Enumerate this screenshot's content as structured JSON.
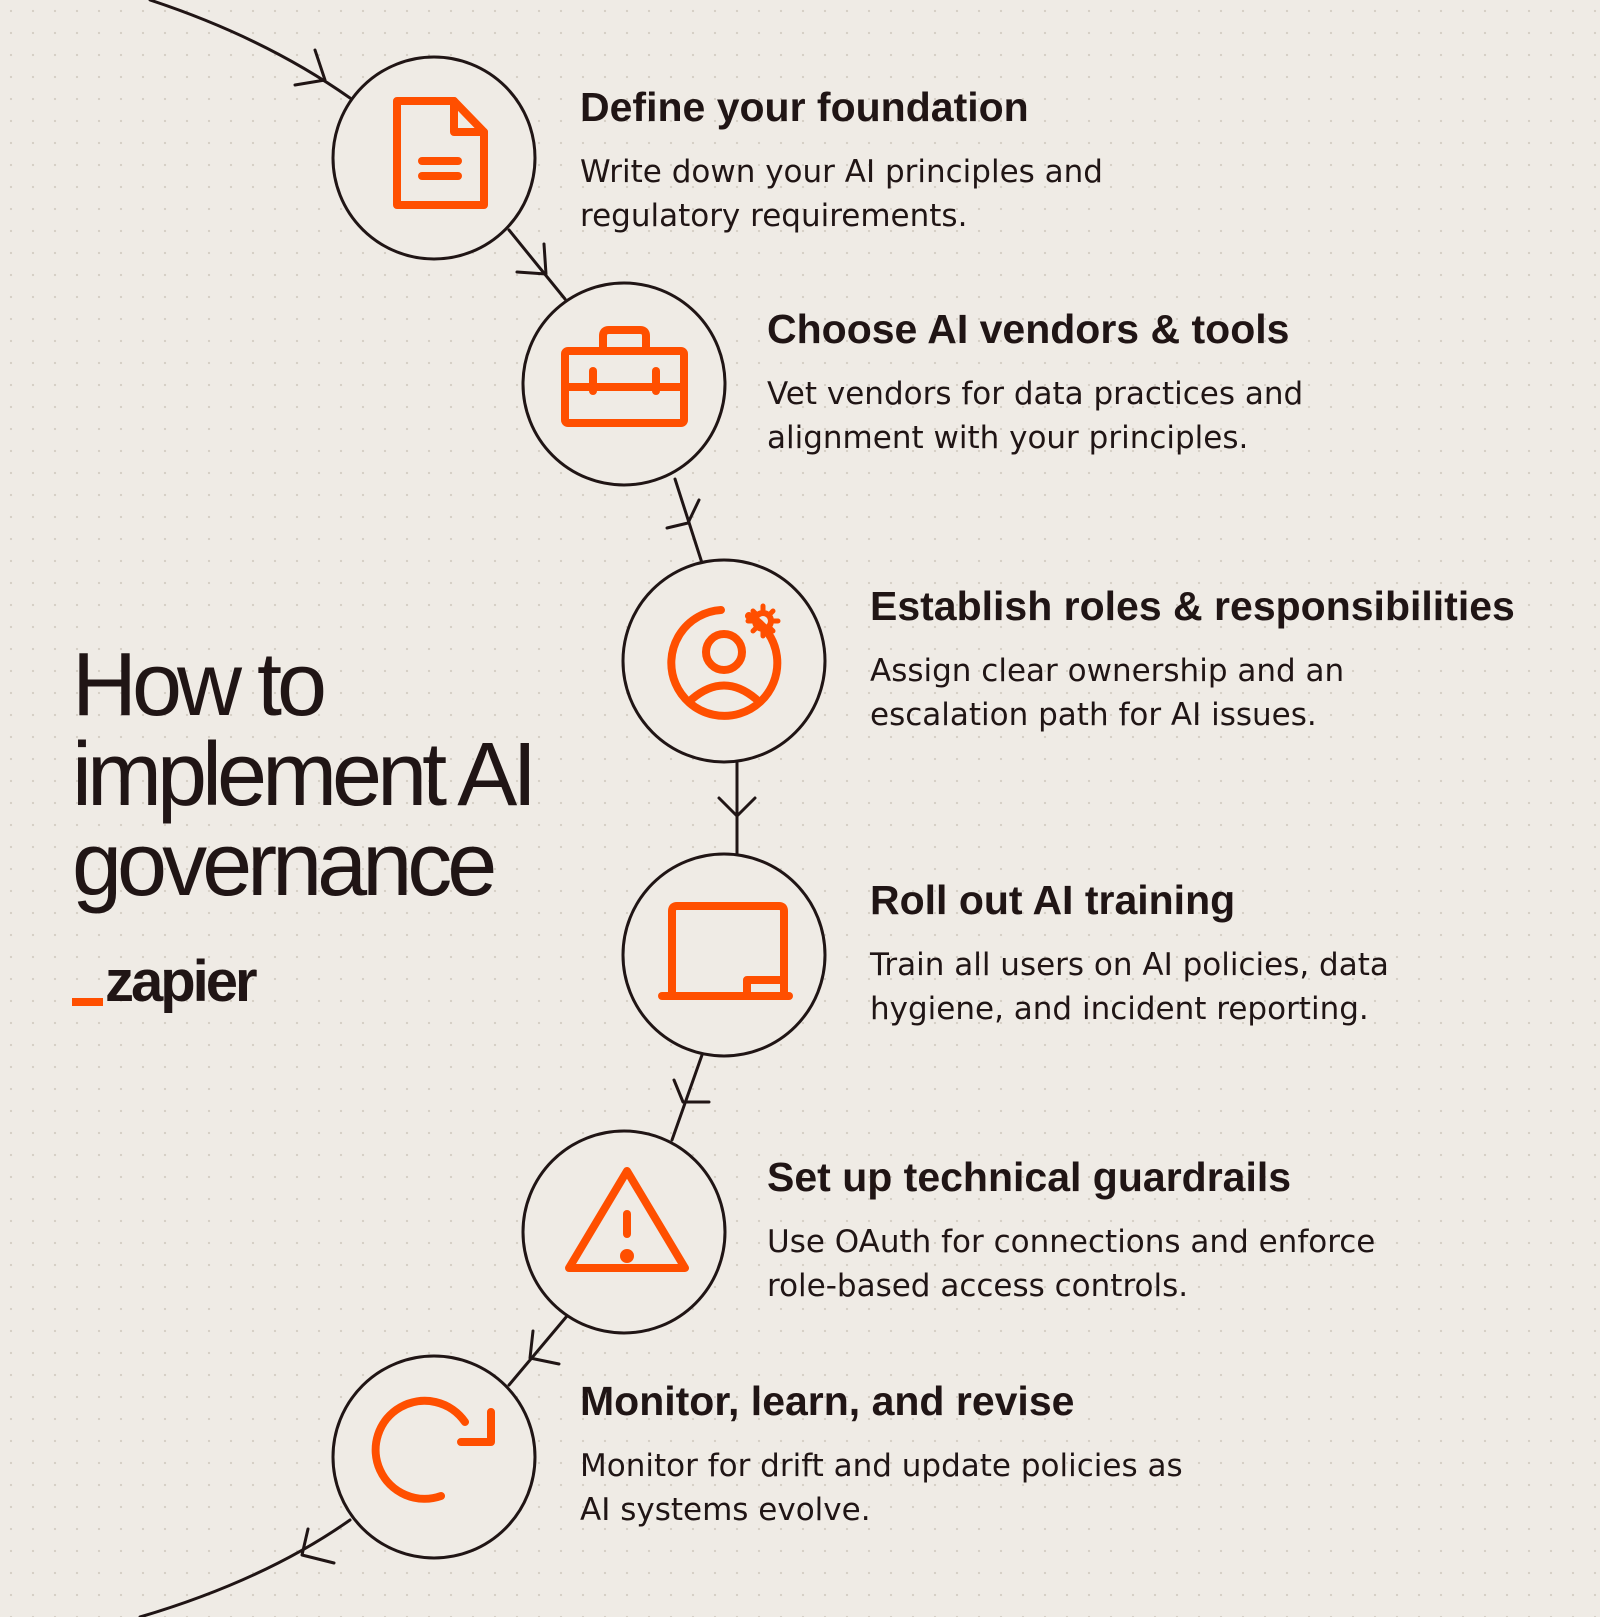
{
  "title": "How to implement AI governance",
  "logo": {
    "text": "zapier"
  },
  "colors": {
    "accent": "#ff4f00",
    "ink": "#201515",
    "background": "#efebe5"
  },
  "steps": [
    {
      "icon": "document-icon",
      "title": "Define your foundation",
      "description": "Write down your AI principles and regulatory requirements."
    },
    {
      "icon": "toolbox-icon",
      "title": "Choose AI vendors & tools",
      "description": "Vet vendors for data practices and alignment with your principles."
    },
    {
      "icon": "user-gear-icon",
      "title": "Establish roles & responsibilities",
      "description": "Assign clear ownership and an escalation path for AI issues."
    },
    {
      "icon": "laptop-icon",
      "title": "Roll out AI training",
      "description": "Train all users on AI policies, data hygiene, and incident reporting."
    },
    {
      "icon": "warning-icon",
      "title": "Set up technical guardrails",
      "description": "Use OAuth for connections and enforce role-based access controls."
    },
    {
      "icon": "refresh-icon",
      "title": "Monitor, learn, and revise",
      "description": "Monitor for drift and update policies as AI systems evolve."
    }
  ]
}
